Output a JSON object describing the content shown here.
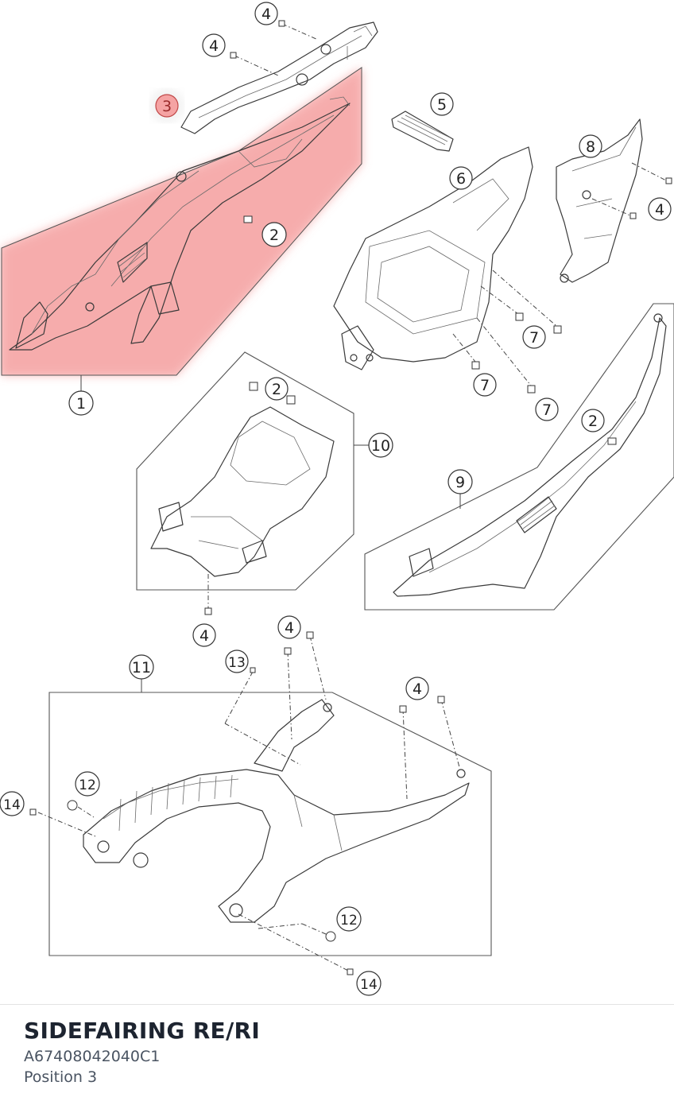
{
  "title": "SIDEFAIRING RE/RI",
  "part_number": "A67408042040C1",
  "position_label": "Position 3",
  "highlight_color": "#f08080",
  "callouts": {
    "c4a": "4",
    "c4b": "4",
    "c3": "3",
    "c5": "5",
    "c8": "8",
    "c6": "6",
    "c4c": "4",
    "c2a": "2",
    "c7a": "7",
    "c7b": "7",
    "c7c": "7",
    "c1": "1",
    "c2b": "2",
    "c10": "10",
    "c2c": "2",
    "c9": "9",
    "c4d": "4",
    "c4e": "4",
    "c13": "13",
    "c11": "11",
    "c4f": "4",
    "c12a": "12",
    "c14a": "14",
    "c12b": "12",
    "c14b": "14"
  }
}
